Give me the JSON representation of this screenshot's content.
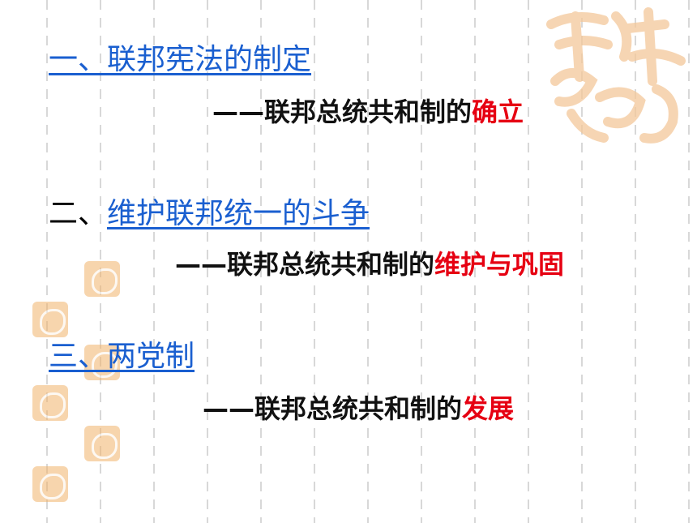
{
  "sections": [
    {
      "heading_prefix": "",
      "heading_link": "一、联邦宪法的制定",
      "sub_dash": "——",
      "sub_text": "联邦总统共和制的",
      "sub_highlight": "确立"
    },
    {
      "heading_prefix": "二、",
      "heading_link": "维护联邦统一的斗争",
      "sub_dash": "——",
      "sub_text": "联邦总统共和制的",
      "sub_highlight": "维护与巩固"
    },
    {
      "heading_prefix": "",
      "heading_link": "三、两党制",
      "sub_dash": "——",
      "sub_text": "联邦总统共和制的",
      "sub_highlight": "发展"
    }
  ],
  "colors": {
    "link": "#1a5fd0",
    "highlight": "#e60012",
    "seal": "#f2b36b"
  },
  "decoration": {
    "seal_icon": "seal-icon"
  }
}
